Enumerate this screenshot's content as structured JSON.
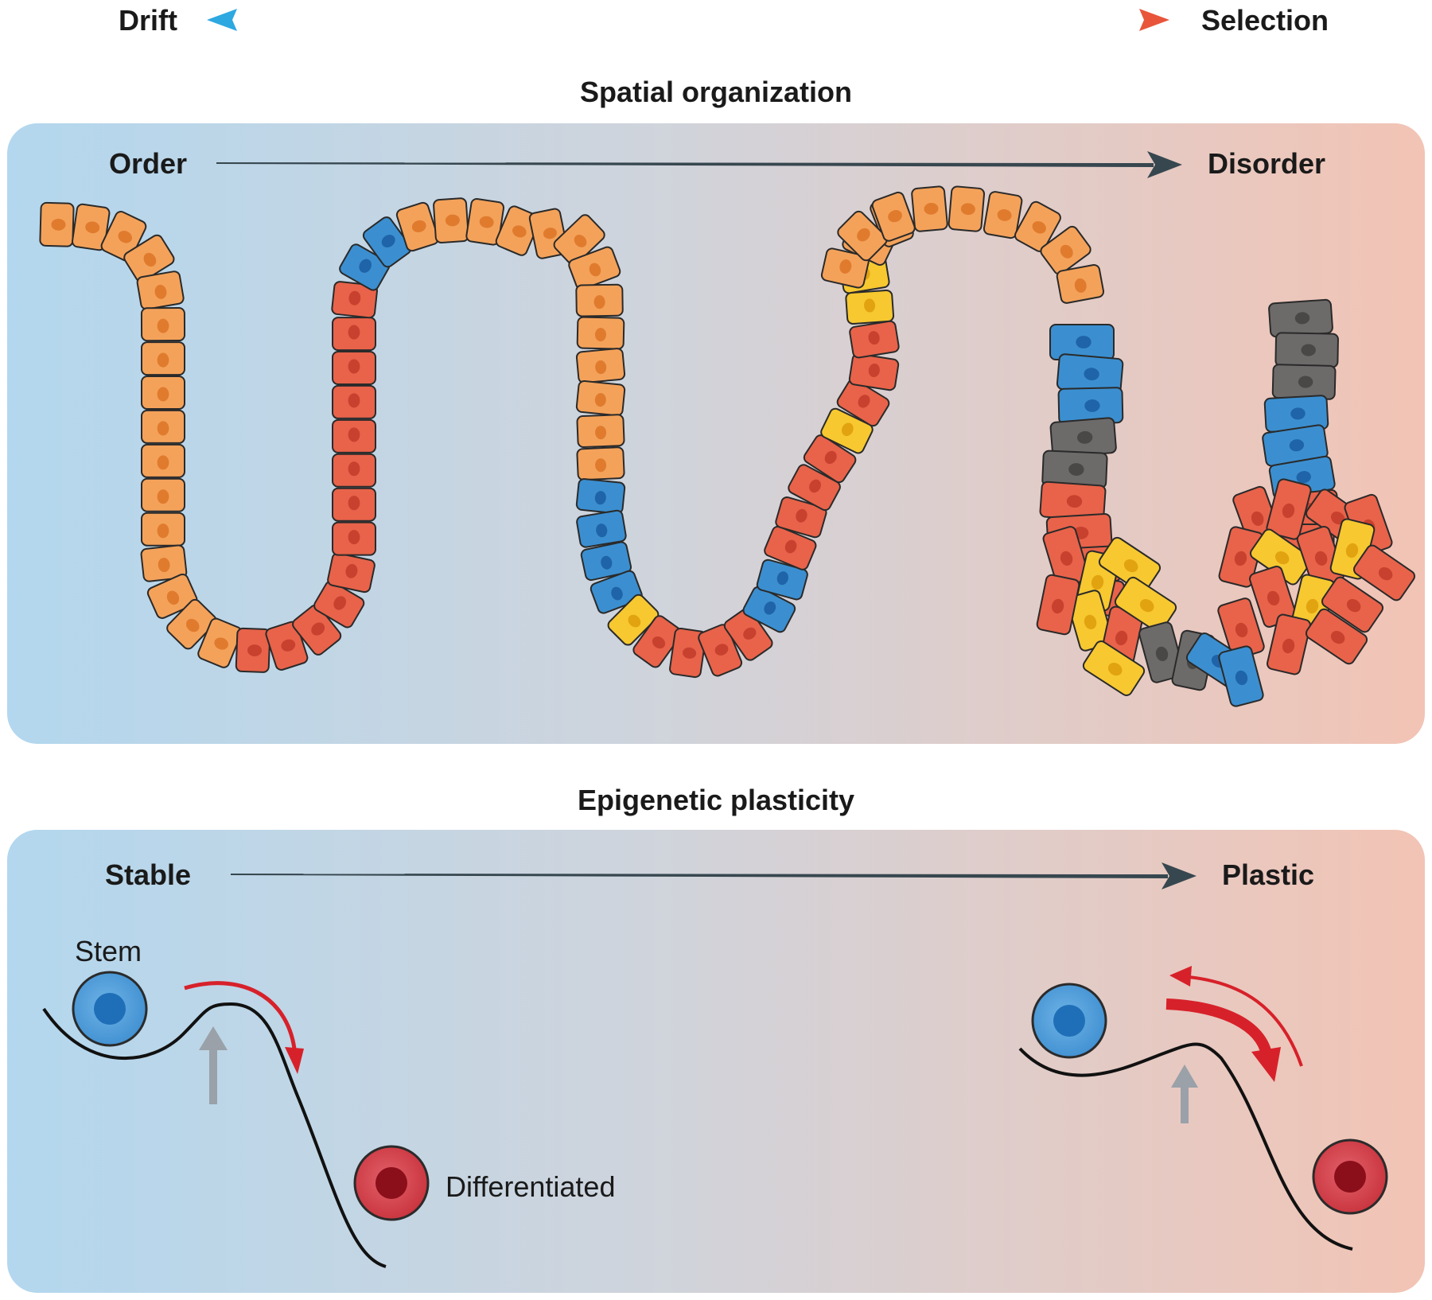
{
  "axis": {
    "left": "Drift",
    "right": "Selection"
  },
  "spatial": {
    "title": "Spatial organization",
    "left": "Order",
    "right": "Disorder"
  },
  "plasticity": {
    "title": "Epigenetic plasticity",
    "left": "Stable",
    "right": "Plastic",
    "stem": "Stem",
    "differentiated": "Differentiated"
  },
  "colors": {
    "drift_blue": "#2ea8e0",
    "selection_red": "#e8553a",
    "panel_blue": "#b3d7ee",
    "panel_pink": "#f2c4b5",
    "cell_orange": "#f4a25a",
    "cell_red": "#e8634a",
    "cell_blue": "#3b8fd0",
    "cell_yellow": "#f7c830",
    "cell_gray": "#6d6a6a",
    "stem_blue": "#2f7fc4",
    "diff_red": "#b51e2a",
    "arrow_dark": "#37474f"
  },
  "icons": [
    "double-arrow-icon",
    "right-arrow-icon",
    "stem-cell-icon",
    "differentiated-cell-icon",
    "curved-arrow-icon"
  ]
}
